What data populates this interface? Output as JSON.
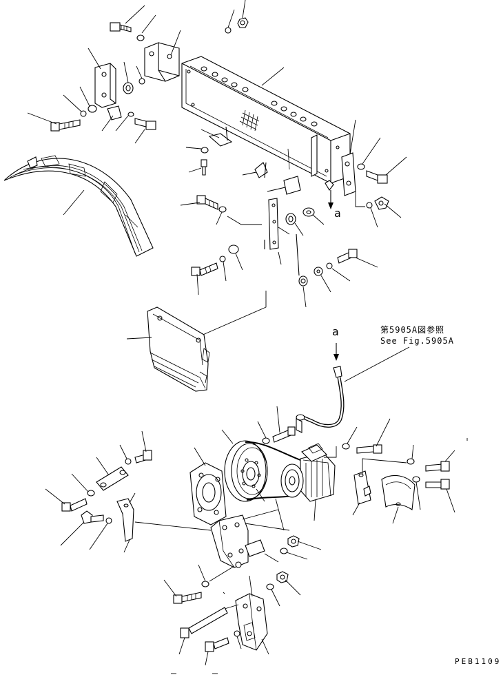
{
  "callouts": {
    "a_upper": "a",
    "a_lower": "a"
  },
  "reference": {
    "jp": "第5905A図参照",
    "en": "See Fig.5905A"
  },
  "drawing_code": "PEB1109"
}
